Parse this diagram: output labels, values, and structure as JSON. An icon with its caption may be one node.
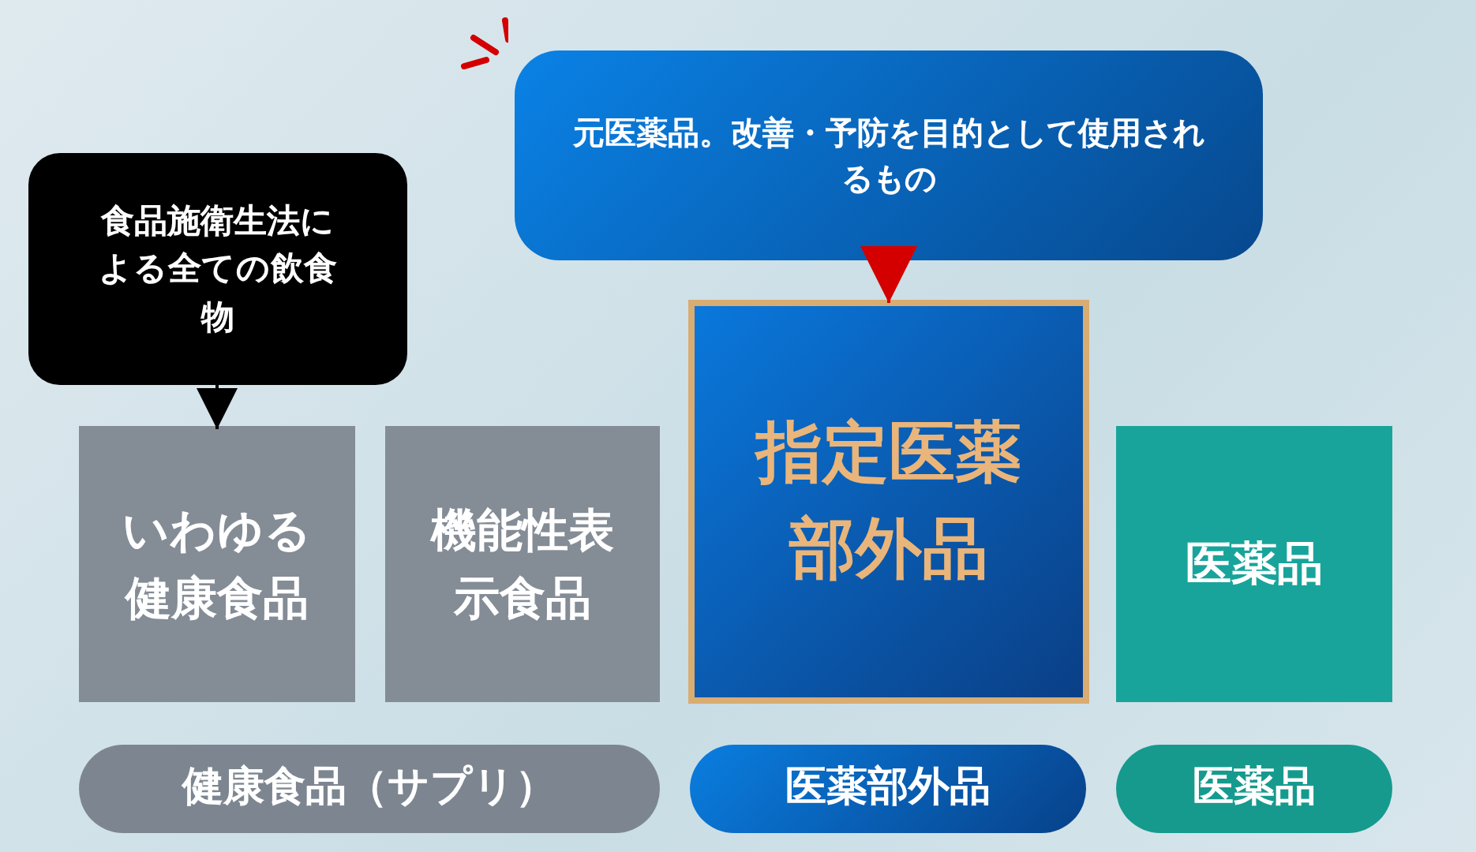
{
  "diagram": {
    "nodes": [
      {
        "text": [
          "食品施衛生法による全ての飲食物"
        ]
      },
      {
        "text": [
          "元医薬品。改善・予防を目的として使用されるもの"
        ]
      },
      {
        "text": [
          "いわゆる健康食品"
        ]
      },
      {
        "text": [
          "機能性表示食品"
        ]
      },
      {
        "text": [
          "指定医薬部外品"
        ]
      },
      {
        "text": [
          "医薬品"
        ]
      },
      {
        "text": [
          "健康食品（サプリ）"
        ]
      },
      {
        "text": [
          "医薬部外品"
        ]
      },
      {
        "text": [
          "医薬品"
        ]
      }
    ],
    "edges": [
      {
        "from": 0,
        "to": 2,
        "arrow": "to"
      },
      {
        "from": 1,
        "to": 4,
        "arrow": "to",
        "color": "#d40000"
      }
    ]
  }
}
